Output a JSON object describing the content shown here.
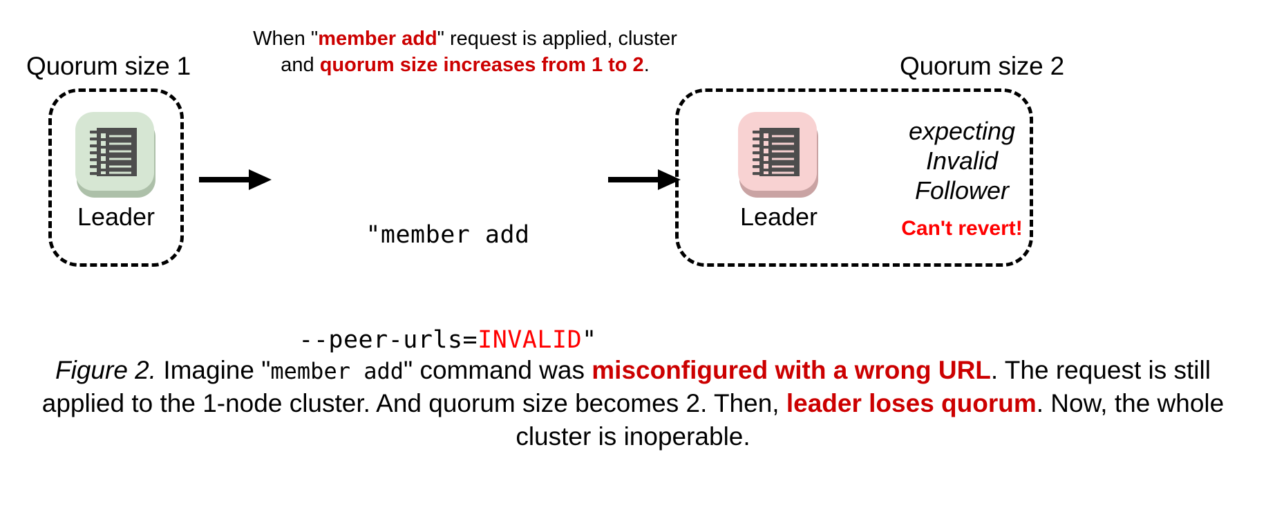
{
  "figure": {
    "left_cluster": {
      "quorum_label": "Quorum size 1",
      "node_label": "Leader",
      "icon": "notebook-icon",
      "icon_bg_color": "#d6e6d3",
      "icon_shadow_color": "#adc0a9",
      "icon_body_color": "#4d4d4d"
    },
    "right_cluster": {
      "quorum_label": "Quorum size 2",
      "node_label": "Leader",
      "icon": "notebook-icon",
      "icon_bg_color": "#f8d2d2",
      "icon_shadow_color": "#c9a3a3",
      "icon_body_color": "#4d4d4d",
      "status_line_1": "expecting",
      "status_line_2": "Invalid",
      "status_line_3": "Follower",
      "warning": "Can't revert!"
    },
    "top_caption": {
      "part_1": "When \"",
      "emph_1": "member add",
      "part_2": "\" request is applied, cluster and ",
      "emph_2": "quorum size increases from 1 to 2",
      "part_3": "."
    },
    "command": {
      "line_1": "\"member add",
      "line_2_prefix": "--peer-urls=",
      "line_2_value": "INVALID",
      "line_2_suffix": "\""
    },
    "bottom_caption": {
      "fig_num": "Figure 2.",
      "t1": " Imagine \"",
      "mono1": "member add",
      "t2": "\" command was ",
      "hl1": "misconfigured with a wrong URL",
      "t3": ". The request is still applied to the 1-node cluster. And quorum size becomes 2. Then, ",
      "hl2": "leader loses quorum",
      "t4": ". Now, the whole cluster is inoperable."
    },
    "colors": {
      "emphasis_red": "#cc0000",
      "bright_red": "#ff0000",
      "text_black": "#000000",
      "background": "#ffffff"
    },
    "arrows": {
      "left_arrow": "arrow-right-icon",
      "right_arrow": "arrow-right-icon"
    }
  }
}
